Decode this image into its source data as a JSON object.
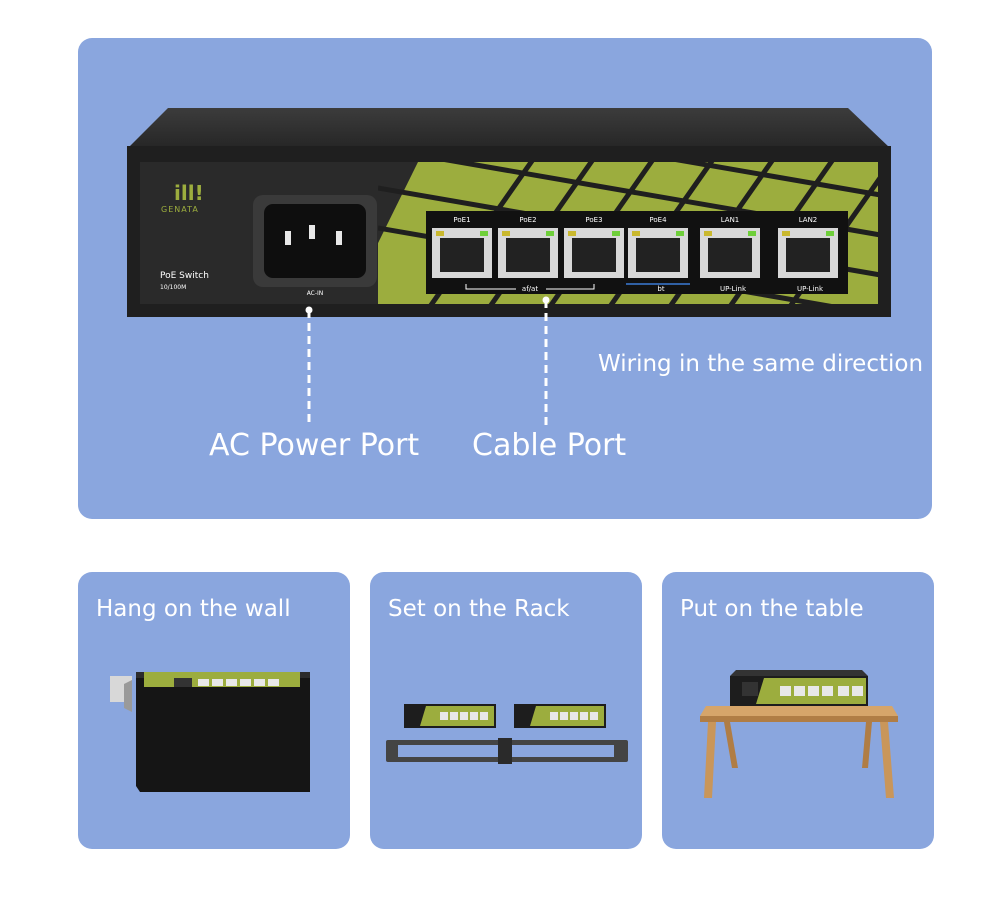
{
  "brand": {
    "logo_mark": "ill!",
    "name": "GENATA"
  },
  "device": {
    "model": "PoE Switch",
    "speed": "10/100M",
    "power_port_label": "AC-IN"
  },
  "ports": [
    {
      "label": "PoE1"
    },
    {
      "label": "PoE2"
    },
    {
      "label": "PoE3"
    },
    {
      "label": "PoE4"
    },
    {
      "label": "LAN1"
    },
    {
      "label": "LAN2"
    }
  ],
  "port_groups": {
    "afat": "af/at",
    "bt": "bt",
    "uplink1": "UP-Link",
    "uplink2": "UP-Link"
  },
  "callouts": {
    "power": "AC Power Port",
    "cable": "Cable Port",
    "wiring": "Wiring in the same direction"
  },
  "scenarios": [
    {
      "title": "Hang on the wall"
    },
    {
      "title": "Set on the Rack"
    },
    {
      "title": "Put on the table"
    }
  ],
  "colors": {
    "panel": "#8aa6de",
    "accent": "#9cad3e",
    "device": "#2b2b2b"
  }
}
